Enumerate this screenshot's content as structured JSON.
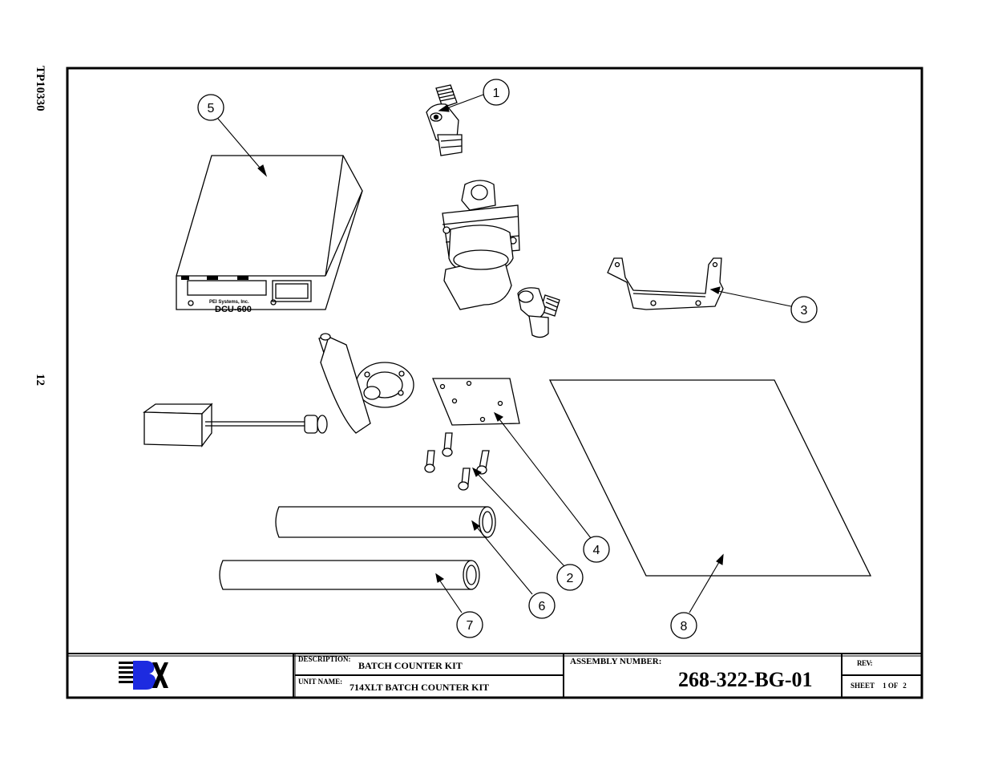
{
  "side_labels": {
    "doc_code": "TP10330",
    "page": "12"
  },
  "callouts": [
    "1",
    "2",
    "3",
    "4",
    "5",
    "6",
    "7",
    "8"
  ],
  "control_unit": {
    "model": "DCU-600",
    "maker": "PEI Systems, Inc."
  },
  "title_block": {
    "description_label": "DESCRIPTION:",
    "description": "BATCH COUNTER KIT",
    "unit_name_label": "UNIT NAME:",
    "unit_name": "714XLT BATCH COUNTER KIT",
    "assembly_label": "ASSEMBLY NUMBER:",
    "assembly_number": "268-322-BG-01",
    "rev_label": "REV:",
    "sheet_label": "SHEET",
    "sheet_current": "1",
    "sheet_of": "OF",
    "sheet_total": "2"
  },
  "colors": {
    "line": "#000000",
    "logo_blue": "#1d2be0",
    "paper": "#ffffff"
  }
}
